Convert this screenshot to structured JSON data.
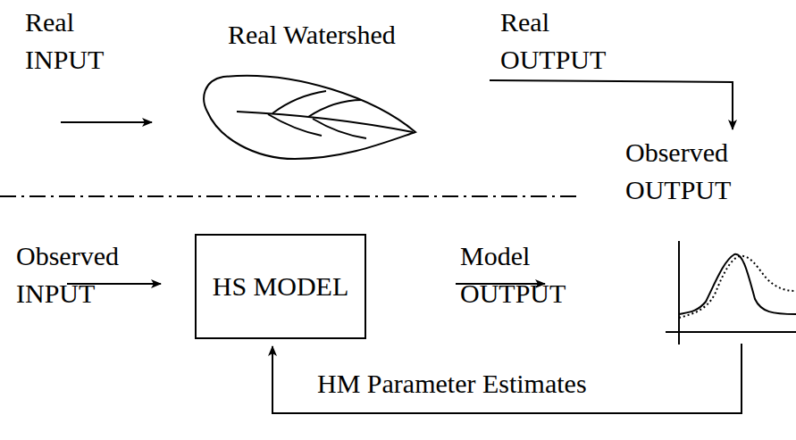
{
  "diagram": {
    "nodes": [
      {
        "text": [
          "HS MODEL"
        ]
      }
    ],
    "labels": [
      "Real INPUT",
      "Real Watershed",
      "Real OUTPUT",
      "Observed OUTPUT",
      "Observed INPUT",
      "Model OUTPUT",
      "HM Parameter Estimates"
    ]
  }
}
